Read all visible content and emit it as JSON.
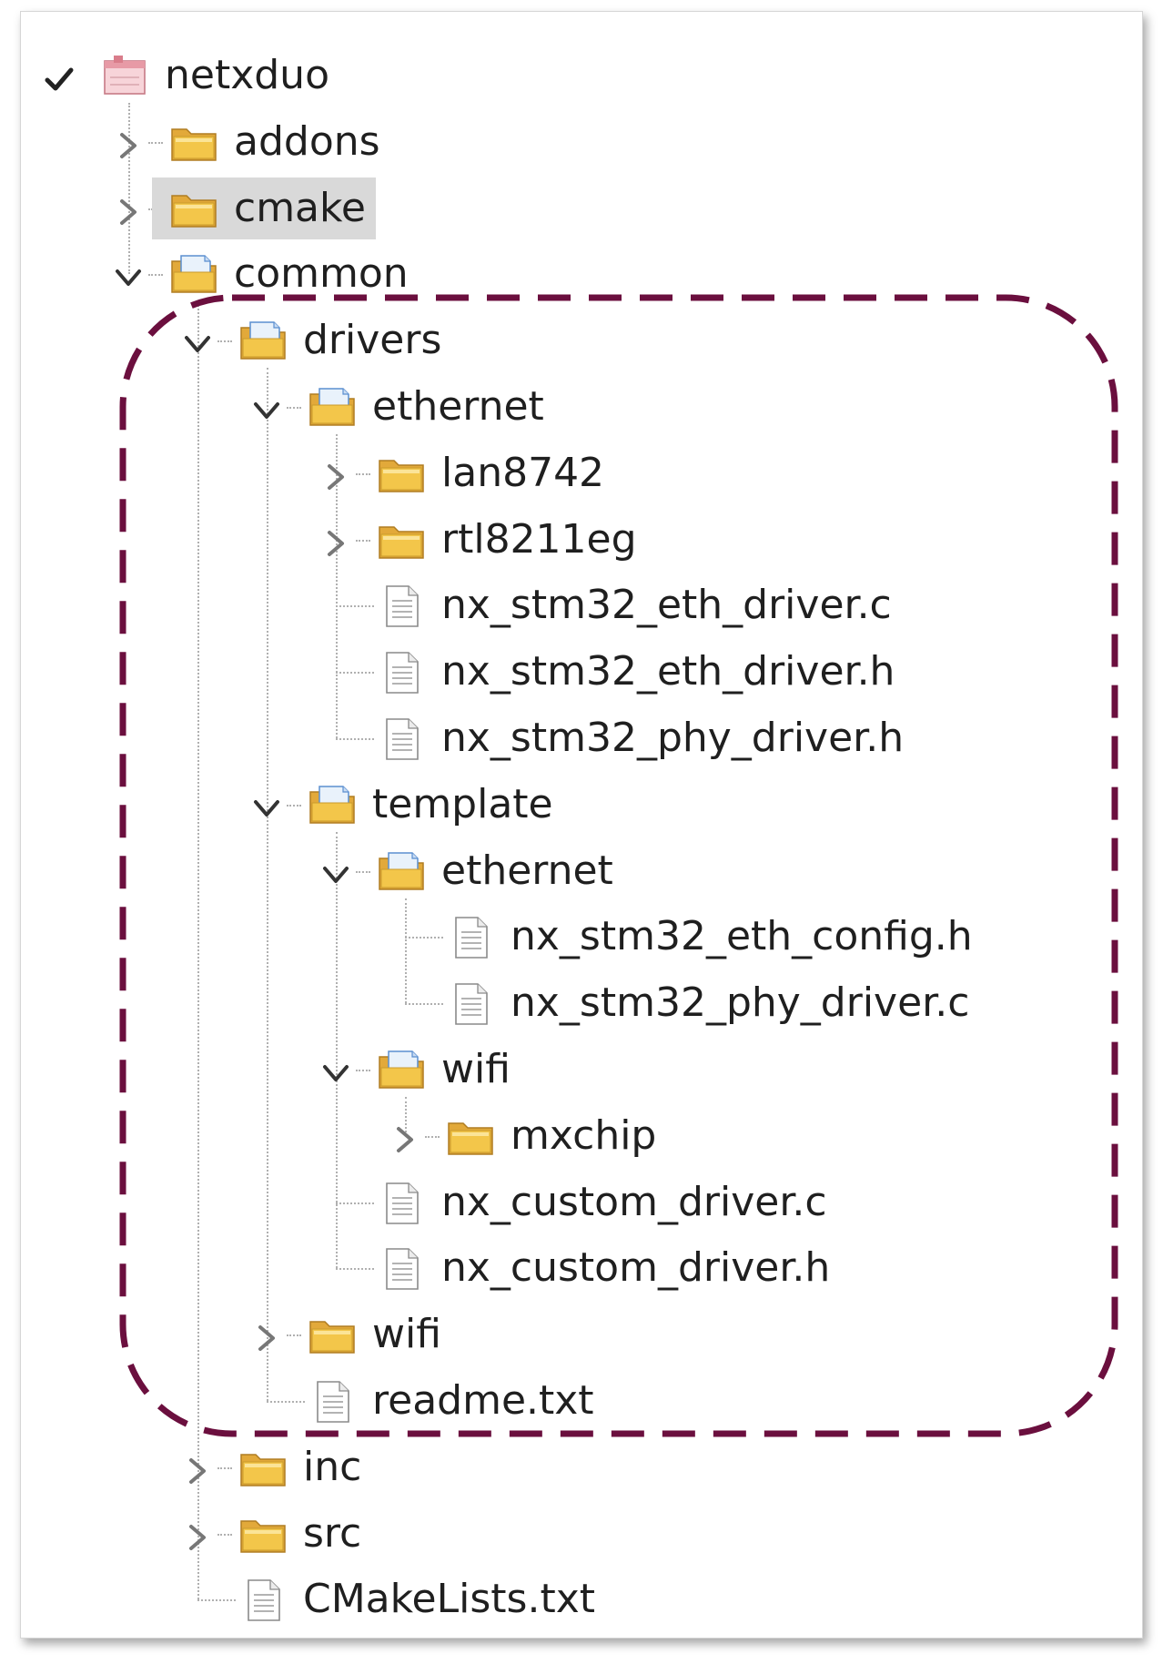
{
  "tree": [
    {
      "label": "netxduo",
      "depth": 0,
      "kind": "project",
      "state": "checked"
    },
    {
      "label": "addons",
      "depth": 1,
      "kind": "folder",
      "state": "collapsed"
    },
    {
      "label": "cmake",
      "depth": 1,
      "kind": "folder",
      "state": "collapsed",
      "selected": true
    },
    {
      "label": "common",
      "depth": 1,
      "kind": "folder-open",
      "state": "expanded"
    },
    {
      "label": "drivers",
      "depth": 2,
      "kind": "folder-open",
      "state": "expanded"
    },
    {
      "label": "ethernet",
      "depth": 3,
      "kind": "folder-open",
      "state": "expanded"
    },
    {
      "label": "lan8742",
      "depth": 4,
      "kind": "folder",
      "state": "collapsed"
    },
    {
      "label": "rtl8211eg",
      "depth": 4,
      "kind": "folder",
      "state": "collapsed"
    },
    {
      "label": "nx_stm32_eth_driver.c",
      "depth": 4,
      "kind": "file",
      "state": "none"
    },
    {
      "label": "nx_stm32_eth_driver.h",
      "depth": 4,
      "kind": "file",
      "state": "none"
    },
    {
      "label": "nx_stm32_phy_driver.h",
      "depth": 4,
      "kind": "file",
      "state": "none"
    },
    {
      "label": "template",
      "depth": 3,
      "kind": "folder-open",
      "state": "expanded"
    },
    {
      "label": "ethernet",
      "depth": 4,
      "kind": "folder-open",
      "state": "expanded"
    },
    {
      "label": "nx_stm32_eth_config.h",
      "depth": 5,
      "kind": "file",
      "state": "none"
    },
    {
      "label": "nx_stm32_phy_driver.c",
      "depth": 5,
      "kind": "file",
      "state": "none"
    },
    {
      "label": "wifi",
      "depth": 4,
      "kind": "folder-open",
      "state": "expanded"
    },
    {
      "label": "mxchip",
      "depth": 5,
      "kind": "folder",
      "state": "collapsed"
    },
    {
      "label": "nx_custom_driver.c",
      "depth": 4,
      "kind": "file",
      "state": "none"
    },
    {
      "label": "nx_custom_driver.h",
      "depth": 4,
      "kind": "file",
      "state": "none"
    },
    {
      "label": "wifi",
      "depth": 3,
      "kind": "folder",
      "state": "collapsed"
    },
    {
      "label": "readme.txt",
      "depth": 3,
      "kind": "file",
      "state": "none"
    },
    {
      "label": "inc",
      "depth": 2,
      "kind": "folder",
      "state": "collapsed"
    },
    {
      "label": "src",
      "depth": 2,
      "kind": "folder",
      "state": "collapsed"
    },
    {
      "label": "CMakeLists.txt",
      "depth": 2,
      "kind": "file",
      "state": "none"
    }
  ],
  "colors": {
    "highlight": "#6b0f3e",
    "folder": "#f3c64a",
    "selection": "#d9d9d9"
  }
}
